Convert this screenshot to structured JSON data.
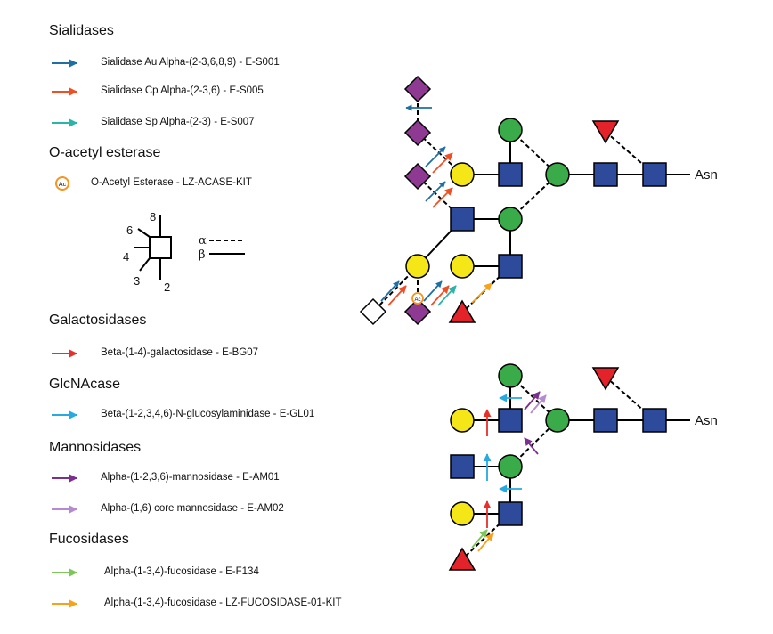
{
  "legend": {
    "sialidases": {
      "heading": "Sialidases",
      "items": [
        {
          "label": "Sialidase Au Alpha-(2-3,6,8,9) - E-S001",
          "color": "#1f6fa3"
        },
        {
          "label": "Sialidase Cp Alpha-(2-3,6) - E-S005",
          "color": "#f04e23"
        },
        {
          "label": "Sialidase Sp Alpha-(2-3) - E-S007",
          "color": "#2bb5a9"
        }
      ]
    },
    "oacetyl": {
      "heading": "O-acetyl esterase",
      "items": [
        {
          "label": "O-Acetyl Esterase - LZ-ACASE-KIT",
          "icon": "Ac"
        }
      ]
    },
    "linkage_key": {
      "positions": [
        "8",
        "6",
        "4",
        "3",
        "2"
      ],
      "alpha": "α",
      "beta": "β"
    },
    "galactosidases": {
      "heading": "Galactosidases",
      "items": [
        {
          "label": "Beta-(1-4)-galactosidase - E-BG07",
          "color": "#e8302b"
        }
      ]
    },
    "glcnacase": {
      "heading": "GlcNAcase",
      "items": [
        {
          "label": "Beta-(1-2,3,4,6)-N-glucosylaminidase - E-GL01",
          "color": "#27a9e1"
        }
      ]
    },
    "mannosidases": {
      "heading": "Mannosidases",
      "items": [
        {
          "label": "Alpha-(1-2,3,6)-mannosidase - E-AM01",
          "color": "#7b2f8e"
        },
        {
          "label": "Alpha-(1,6) core mannosidase - E-AM02",
          "color": "#b48ad0"
        }
      ]
    },
    "fucosidases": {
      "heading": "Fucosidases",
      "items": [
        {
          "label": "Alpha-(1-3,4)-fucosidase - E-F134",
          "color": "#7cc65a"
        },
        {
          "label": "Alpha-(1-3,4)-fucosidase - LZ-FUCOSIDASE-01-KIT",
          "color": "#f7a21b"
        }
      ]
    }
  },
  "glycans": {
    "top_anchor": "Asn",
    "bottom_anchor": "Asn",
    "ac_label": "Ac"
  },
  "colors": {
    "glcnac": "#2e4b9b",
    "mannose": "#3aab49",
    "galactose": "#f5e617",
    "sialic": "#8e3a93",
    "fucose": "#e42229",
    "ac_ring": "#f7941d"
  }
}
